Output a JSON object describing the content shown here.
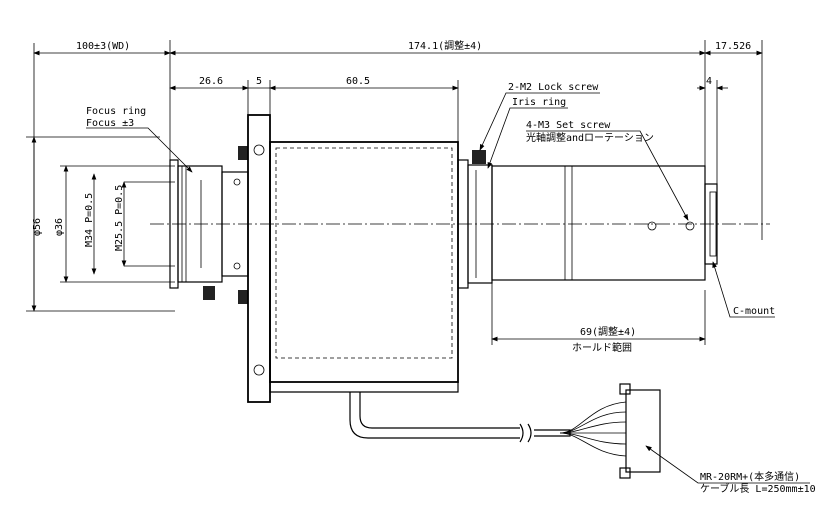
{
  "dimensions": {
    "wd": "100±3(WD)",
    "overall_length": "174.1(調整±4)",
    "flange_to_end": "17.526",
    "d_26_6": "26.6",
    "d_5": "5",
    "d_60_5": "60.5",
    "d_4": "4",
    "dia_56": "φ56",
    "dia_36": "φ36",
    "thread_m34": "M34 P=0.5",
    "thread_m25": "M25.5 P=0.5",
    "hold_range_value": "69(調整±4)",
    "hold_range_label": "ホールド範囲"
  },
  "callouts": {
    "focus_ring": "Focus ring",
    "focus_travel": "Focus ±3",
    "lock_screw": "2-M2 Lock screw",
    "iris_ring": "Iris ring",
    "set_screw": "4-M3 Set screw",
    "set_screw_note": "光軸調整andローテーション",
    "c_mount": "C-mount",
    "connector": "MR-20RM+(本多通信)",
    "cable": "ケーブル長 L=250mm±10"
  }
}
